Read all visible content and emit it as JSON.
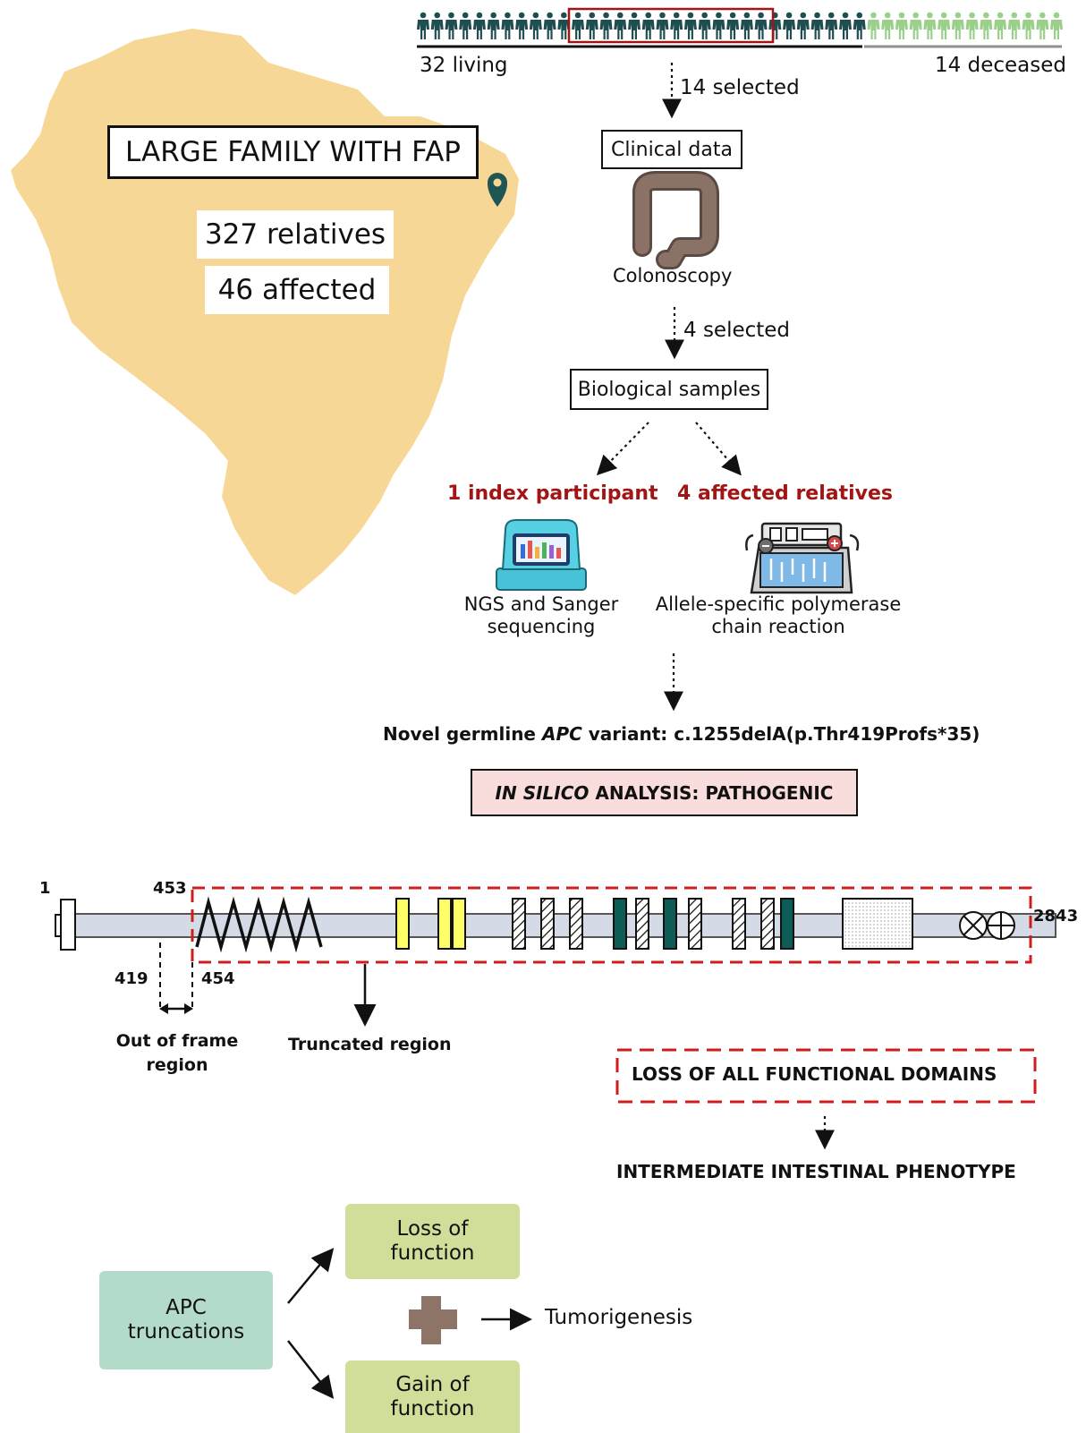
{
  "family": {
    "title": "LARGE FAMILY WITH FAP",
    "relatives": "327 relatives",
    "affected": "46 affected"
  },
  "pedigree": {
    "living_label": "32 living",
    "deceased_label": "14 deceased",
    "living_count": 32,
    "deceased_count": 14,
    "selected_label": "14 selected",
    "living_color": "#1f4e52",
    "deceased_color": "#9ccf8b"
  },
  "workflow": {
    "clinical_data": "Clinical data",
    "colonoscopy": "Colonoscopy",
    "selected_4": "4 selected",
    "bio_samples": "Biological samples",
    "index_participant": "1 index participant",
    "affected_relatives": "4 affected relatives",
    "ngs_line1": "NGS and Sanger",
    "ngs_line2": "sequencing",
    "pcr_line1": "Allele-specific polymerase",
    "pcr_line2": "chain reaction",
    "variant_prefix": "Novel germline ",
    "variant_gene": "APC",
    "variant_suffix": " variant: c.1255delA(p.Thr419Profs*35)",
    "in_silico_italic": "IN SILICO",
    "in_silico_rest": " ANALYSIS: PATHOGENIC"
  },
  "protein": {
    "pos_1": "1",
    "pos_453": "453",
    "pos_2843": "2843",
    "pos_419": "419",
    "pos_454": "454",
    "out_of_frame_1": "Out of frame",
    "out_of_frame_2": "region",
    "truncated": "Truncated region",
    "loss_domains": "LOSS OF ALL FUNCTIONAL DOMAINS",
    "phenotype": "INTERMEDIATE INTESTINAL PHENOTYPE"
  },
  "mechanism": {
    "apc_line1": "APC",
    "apc_line2": "truncations",
    "loss_line1": "Loss of",
    "loss_line2": "function",
    "gain_line1": "Gain of",
    "gain_line2": "function",
    "tumorigenesis": "Tumorigenesis"
  },
  "colors": {
    "map": "#f7d796",
    "pin": "#1f5553",
    "accent_red": "#a31515",
    "insilico_bg": "#f9dcdc",
    "apc_box": "#b2dcc9",
    "function_box": "#cfdf9a",
    "plus": "#8d7466",
    "protein_bar": "#d4dbe7",
    "yellow_domain": "#ffff66",
    "teal_domain": "#0d5c55"
  }
}
